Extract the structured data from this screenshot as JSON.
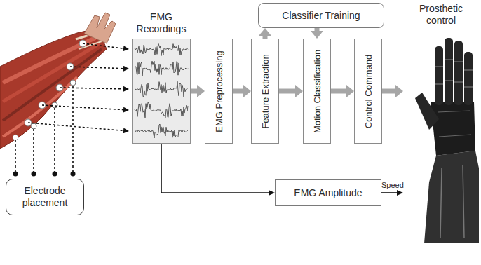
{
  "diagram": {
    "nodes": [
      {
        "text": [
          "Electrode placement"
        ]
      },
      {
        "text": [
          "EMG Recordings"
        ]
      },
      {
        "text": [
          "EMG Preprocessing"
        ]
      },
      {
        "text": [
          "Feature Extraction"
        ]
      },
      {
        "text": [
          "Classifier Training"
        ]
      },
      {
        "text": [
          "Motion Classification"
        ]
      },
      {
        "text": [
          "Control Command"
        ]
      },
      {
        "text": [
          "EMG Amplitude"
        ]
      },
      {
        "text": [
          "Prosthetic control"
        ]
      }
    ],
    "edges": [
      {
        "from": 1,
        "to": 2,
        "arrow": "to"
      },
      {
        "from": 2,
        "to": 3,
        "arrow": "to"
      },
      {
        "from": 3,
        "to": 4,
        "arrow": "to"
      },
      {
        "from": 4,
        "to": 5,
        "arrow": "to"
      },
      {
        "from": 3,
        "to": 5,
        "arrow": "to"
      },
      {
        "from": 5,
        "to": 6,
        "arrow": "to"
      },
      {
        "from": 6,
        "to": 8,
        "arrow": "to"
      },
      {
        "from": 1,
        "to": 7,
        "arrow": "to"
      },
      {
        "from": 7,
        "to": 8,
        "label": "Speed",
        "arrow": "to"
      }
    ]
  }
}
